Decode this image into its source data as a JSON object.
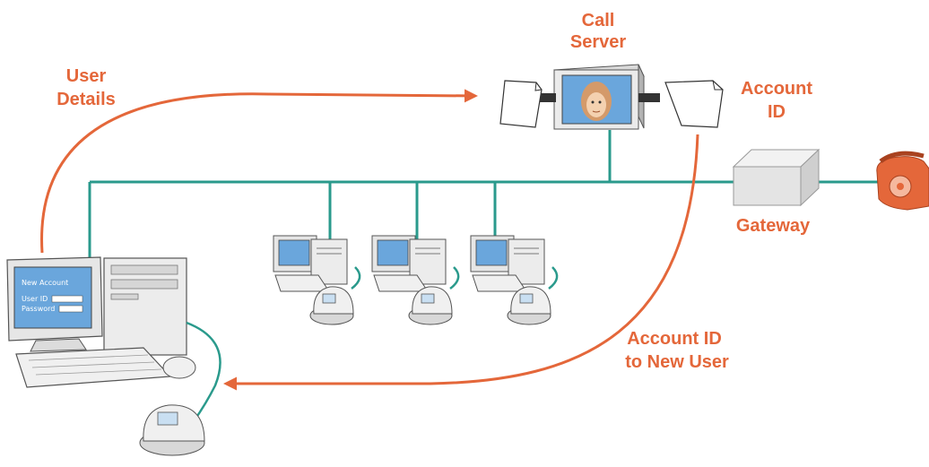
{
  "colors": {
    "accent": "#e4673a",
    "network": "#2a9a8c",
    "screen": "#6aa6dc"
  },
  "labels": {
    "call_server": [
      "Call",
      "Server"
    ],
    "user_details": [
      "User",
      "Details"
    ],
    "account_id": [
      "Account",
      "ID"
    ],
    "gateway": "Gateway",
    "account_id_new_user": [
      "Account ID",
      "to New User"
    ]
  },
  "admin_screen": {
    "title": "New Account",
    "user_id_label": "User ID",
    "password_label": "Password"
  },
  "icons": [
    "call-server-icon",
    "document-icon",
    "gateway-icon",
    "telephone-icon",
    "computer-icon",
    "ip-phone-icon"
  ]
}
